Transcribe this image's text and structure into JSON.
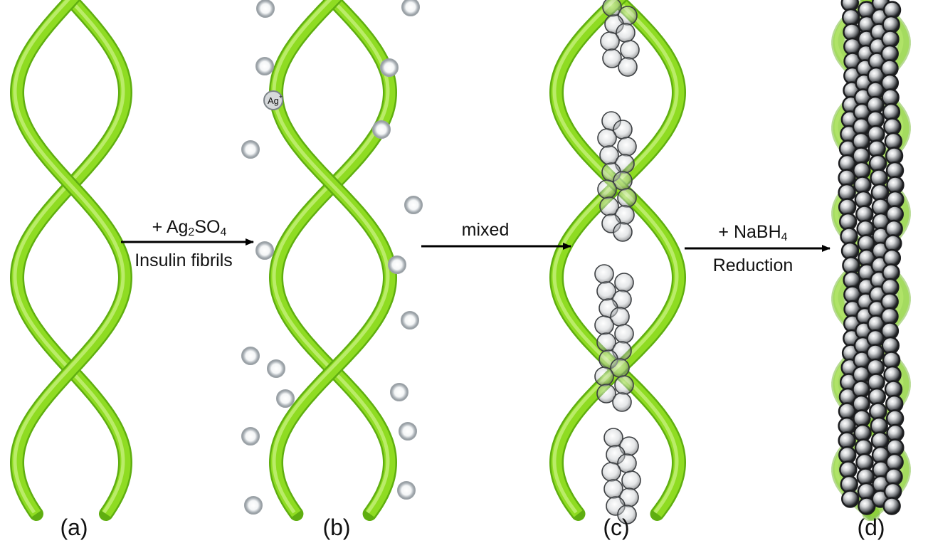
{
  "panels": [
    {
      "label": "(a)"
    },
    {
      "label": "(b)"
    },
    {
      "label": "(c)"
    },
    {
      "label": "(d)"
    }
  ],
  "steps": [
    {
      "above_parts": [
        {
          "text": "+ Ag"
        },
        {
          "text": "2",
          "sub": true
        },
        {
          "text": "SO"
        },
        {
          "text": "4",
          "sub": true
        }
      ],
      "below": "Insulin fibrils"
    },
    {
      "above_parts": [
        {
          "text": "mixed"
        }
      ],
      "below": ""
    },
    {
      "above_parts": [
        {
          "text": "+ NaBH"
        },
        {
          "text": "4",
          "sub": true
        }
      ],
      "below": "Reduction"
    }
  ],
  "ion_label": {
    "text": "Ag",
    "charge": "+"
  },
  "colors": {
    "fibril": "#8fdc22",
    "fibril_light": "#c4f07a",
    "fibril_dark": "#5fae10",
    "ion": "#9aa1a6",
    "ion_dark": "#2b2e31",
    "arrow": "#000000"
  }
}
